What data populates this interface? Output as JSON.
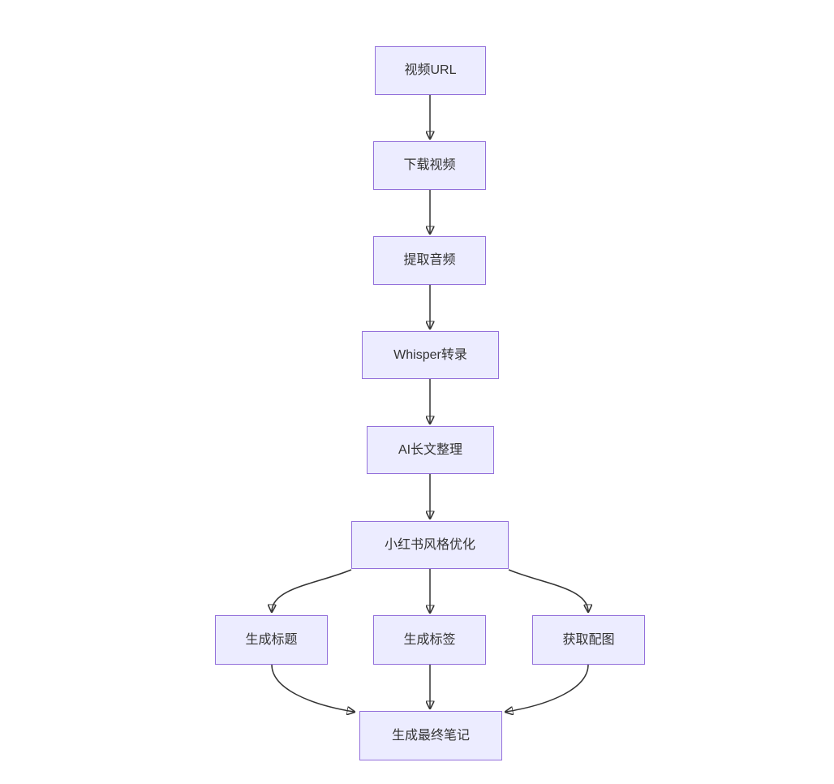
{
  "diagram": {
    "type": "flowchart",
    "direction": "top-down",
    "theme": {
      "background": "#FFFFFF",
      "node_fill": "#ECECFF",
      "node_border": "#9370DB",
      "text_color": "#333333",
      "edge_color": "#333333"
    },
    "nodes": [
      {
        "id": "video-url",
        "label": "视频URL"
      },
      {
        "id": "download-video",
        "label": "下载视频"
      },
      {
        "id": "extract-audio",
        "label": "提取音频"
      },
      {
        "id": "whisper",
        "label": "Whisper转录"
      },
      {
        "id": "ai-longtext",
        "label": "AI长文整理"
      },
      {
        "id": "xhs-style",
        "label": "小红书风格优化"
      },
      {
        "id": "gen-title",
        "label": "生成标题"
      },
      {
        "id": "gen-tags",
        "label": "生成标签"
      },
      {
        "id": "get-images",
        "label": "获取配图"
      },
      {
        "id": "final-note",
        "label": "生成最终笔记"
      }
    ],
    "edges": [
      {
        "from": "视频URL",
        "to": "下载视频"
      },
      {
        "from": "下载视频",
        "to": "提取音频"
      },
      {
        "from": "提取音频",
        "to": "Whisper转录"
      },
      {
        "from": "Whisper转录",
        "to": "AI长文整理"
      },
      {
        "from": "AI长文整理",
        "to": "小红书风格优化"
      },
      {
        "from": "小红书风格优化",
        "to": "生成标题"
      },
      {
        "from": "小红书风格优化",
        "to": "生成标签"
      },
      {
        "from": "小红书风格优化",
        "to": "获取配图"
      },
      {
        "from": "生成标题",
        "to": "生成最终笔记"
      },
      {
        "from": "生成标签",
        "to": "生成最终笔记"
      },
      {
        "from": "获取配图",
        "to": "生成最终笔记"
      }
    ]
  }
}
